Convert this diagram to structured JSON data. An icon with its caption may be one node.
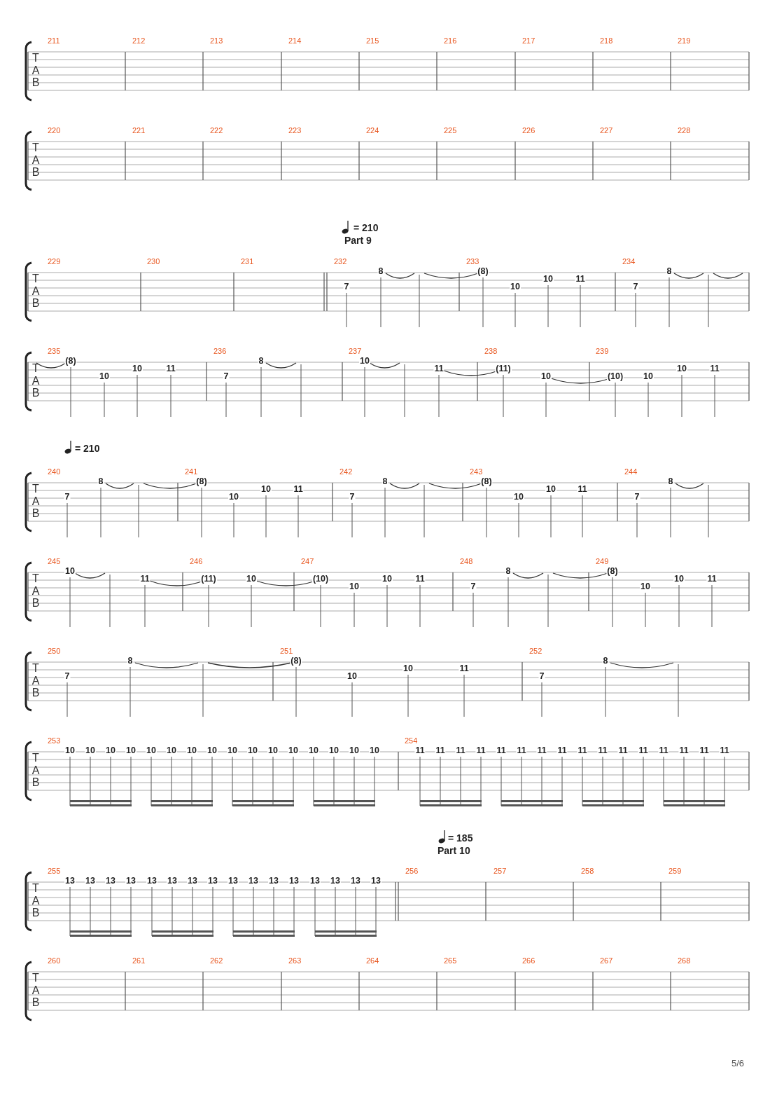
{
  "diagram": {
    "labels": [
      "211",
      "212",
      "213",
      "214",
      "215",
      "216",
      "217",
      "218",
      "219",
      "T",
      "A",
      "B",
      "220",
      "221",
      "222",
      "223",
      "224",
      "225",
      "226",
      "227",
      "228",
      "T",
      "A",
      "B",
      "= 210",
      "Part 9",
      "229",
      "230",
      "231",
      "232",
      "233",
      "234",
      "T",
      "A",
      "B",
      "7",
      "8",
      "(8)",
      "10",
      "10",
      "11",
      "7",
      "8",
      "235",
      "236",
      "237",
      "238",
      "239",
      "T",
      "A",
      "B",
      "(8)",
      "10",
      "10",
      "11",
      "7",
      "8",
      "10",
      "11",
      "(11)",
      "10",
      "(10)",
      "10",
      "10",
      "11",
      "= 210",
      "240",
      "241",
      "242",
      "243",
      "244",
      "T",
      "A",
      "B",
      "7",
      "8",
      "(8)",
      "10",
      "10",
      "11",
      "7",
      "8",
      "(8)",
      "10",
      "10",
      "11",
      "7",
      "8",
      "245",
      "246",
      "247",
      "248",
      "249",
      "T",
      "A",
      "B",
      "10",
      "11",
      "(11)",
      "10",
      "(10)",
      "10",
      "10",
      "11",
      "7",
      "8",
      "(8)",
      "10",
      "10",
      "11",
      "250",
      "251",
      "252",
      "T",
      "A",
      "B",
      "7",
      "8",
      "(8)",
      "10",
      "10",
      "11",
      "7",
      "8",
      "253",
      "254",
      "T",
      "A",
      "B",
      "10",
      "10",
      "10",
      "10",
      "10",
      "10",
      "10",
      "10",
      "10",
      "10",
      "10",
      "10",
      "10",
      "10",
      "10",
      "10",
      "11",
      "11",
      "11",
      "11",
      "11",
      "11",
      "11",
      "11",
      "11",
      "11",
      "11",
      "11",
      "11",
      "11",
      "11",
      "11",
      "= 185",
      "Part 10",
      "255",
      "256",
      "257",
      "258",
      "259",
      "T",
      "A",
      "B",
      "13",
      "13",
      "13",
      "13",
      "13",
      "13",
      "13",
      "13",
      "13",
      "13",
      "13",
      "13",
      "13",
      "13",
      "13",
      "13",
      "260",
      "261",
      "262",
      "263",
      "264",
      "265",
      "266",
      "267",
      "268",
      "T",
      "A",
      "B",
      "5/6"
    ]
  }
}
